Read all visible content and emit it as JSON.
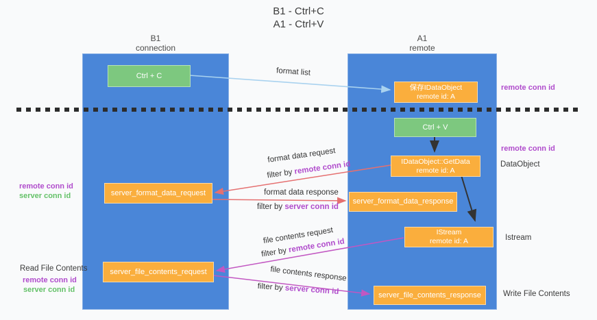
{
  "title": {
    "line1": "B1 - Ctrl+C",
    "line2": "A1 - Ctrl+V"
  },
  "columns": {
    "left": {
      "name": "B1",
      "role": "connection"
    },
    "right": {
      "name": "A1",
      "role": "remote"
    }
  },
  "nodes": {
    "ctrl_c": "Ctrl + C",
    "ctrl_v": "Ctrl + V",
    "save_dataobject": {
      "line1": "保存IDataObject",
      "line2": "remote id: A"
    },
    "getdata": {
      "line1": "IDataObject::GetData",
      "line2": "remote id: A"
    },
    "istream": {
      "line1": "IStream",
      "line2": "remote id: A"
    },
    "server_format_data_request": "server_format_data_request",
    "server_format_data_response": "server_format_data_response",
    "server_file_contents_request": "server_file_contents_request",
    "server_file_contents_response": "server_file_contents_response"
  },
  "arrows": {
    "format_list": {
      "label": "format list"
    },
    "format_data_request": {
      "label": "format data request",
      "filter": "filter by ",
      "key": "remote conn id"
    },
    "format_data_response": {
      "label": "format data response",
      "filter": "filter by ",
      "key": "server conn id"
    },
    "file_contents_request": {
      "label": "file contents request",
      "filter": "filter by ",
      "key": "remote conn id"
    },
    "file_contents_response": {
      "label": "file contents response",
      "filter": "filter by ",
      "key": "server conn id"
    }
  },
  "side_labels": {
    "right_remote_conn_top": "remote conn id",
    "right_remote_conn_mid": "remote conn id",
    "dataobject": "DataObject",
    "istream": "Istream",
    "write_file_contents": "Write File Contents",
    "left_remote_conn_top": "remote conn id",
    "left_server_conn_top": "server conn id",
    "read_file_contents": "Read File Contents",
    "left_remote_conn_bottom": "remote conn id",
    "left_server_conn_bottom": "server conn id"
  },
  "colors": {
    "column_blue": "#4a86d8",
    "node_orange": "#faae3d",
    "node_green": "#7dc87f",
    "arrow_light_blue": "#a9d2ef",
    "arrow_red": "#e57070",
    "arrow_magenta": "#c257c2",
    "arrow_black": "#333333",
    "text_purple": "#b04ccc",
    "text_green": "#64c168"
  }
}
